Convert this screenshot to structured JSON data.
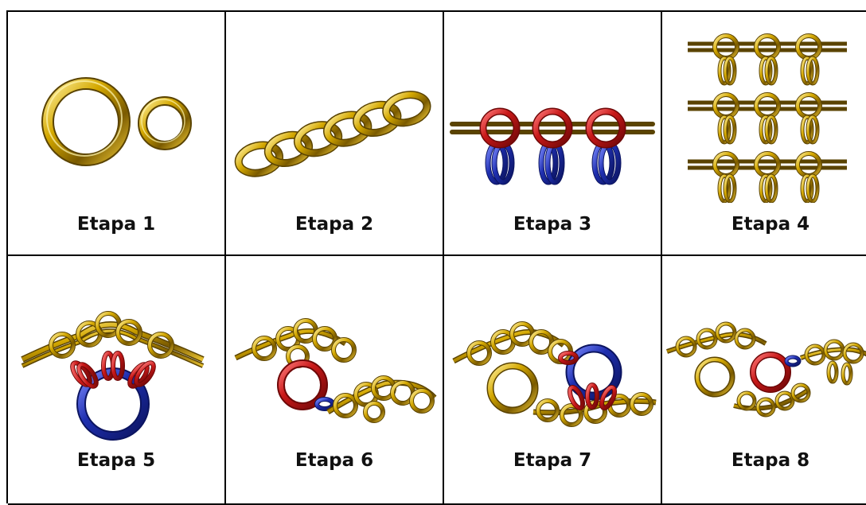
{
  "steps": [
    {
      "label": "Etapa 1"
    },
    {
      "label": "Etapa 2"
    },
    {
      "label": "Etapa 3"
    },
    {
      "label": "Etapa 4"
    },
    {
      "label": "Etapa 5"
    },
    {
      "label": "Etapa 6"
    },
    {
      "label": "Etapa 7"
    },
    {
      "label": "Etapa 8"
    }
  ],
  "colors": {
    "gold": "#c9a300",
    "gold_dark": "#6b5200",
    "gold_light": "#ffe96a",
    "red": "#c81818",
    "red_dark": "#6e0707",
    "blue": "#1f2fb0",
    "blue_dark": "#0b1460",
    "border": "#000000"
  }
}
